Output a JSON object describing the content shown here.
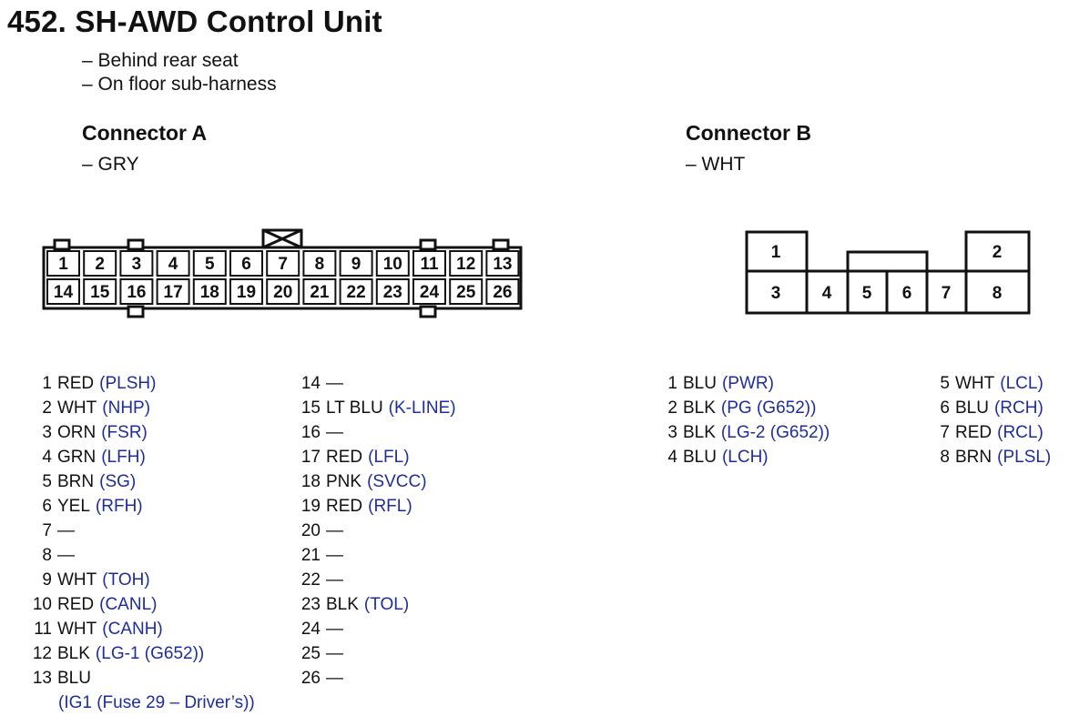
{
  "title": "452. SH-AWD Control Unit",
  "location": [
    "– Behind rear seat",
    "– On floor sub-harness"
  ],
  "connector_a": {
    "title": "Connector A",
    "color": "– GRY",
    "top_row_labels": [
      "1",
      "2",
      "3",
      "4",
      "5",
      "6",
      "7",
      "8",
      "9",
      "10",
      "11",
      "12",
      "13"
    ],
    "bottom_row_labels": [
      "14",
      "15",
      "16",
      "17",
      "18",
      "19",
      "20",
      "21",
      "22",
      "23",
      "24",
      "25",
      "26"
    ],
    "pins_col1": [
      {
        "n": "1",
        "wire": "RED",
        "signal": "(PLSH)"
      },
      {
        "n": "2",
        "wire": "WHT",
        "signal": "(NHP)"
      },
      {
        "n": "3",
        "wire": "ORN",
        "signal": "(FSR)"
      },
      {
        "n": "4",
        "wire": "GRN",
        "signal": "(LFH)"
      },
      {
        "n": "5",
        "wire": "BRN",
        "signal": "(SG)"
      },
      {
        "n": "6",
        "wire": "YEL",
        "signal": "(RFH)"
      },
      {
        "n": "7",
        "wire": "—",
        "signal": ""
      },
      {
        "n": "8",
        "wire": "—",
        "signal": ""
      },
      {
        "n": "9",
        "wire": "WHT",
        "signal": "(TOH)"
      },
      {
        "n": "10",
        "wire": "RED",
        "signal": "(CANL)"
      },
      {
        "n": "11",
        "wire": "WHT",
        "signal": "(CANH)"
      },
      {
        "n": "12",
        "wire": "BLK",
        "signal": "(LG-1 (G652))"
      }
    ],
    "pin13": {
      "n": "13",
      "wire": "BLU",
      "signal": "(IG1 (Fuse 29 – Driver’s))"
    },
    "pins_col2": [
      {
        "n": "14",
        "wire": "—",
        "signal": ""
      },
      {
        "n": "15",
        "wire": "LT BLU",
        "signal": "(K-LINE)"
      },
      {
        "n": "16",
        "wire": "—",
        "signal": ""
      },
      {
        "n": "17",
        "wire": "RED",
        "signal": "(LFL)"
      },
      {
        "n": "18",
        "wire": "PNK",
        "signal": "(SVCC)"
      },
      {
        "n": "19",
        "wire": "RED",
        "signal": "(RFL)"
      },
      {
        "n": "20",
        "wire": "—",
        "signal": ""
      },
      {
        "n": "21",
        "wire": "—",
        "signal": ""
      },
      {
        "n": "22",
        "wire": "—",
        "signal": ""
      },
      {
        "n": "23",
        "wire": "BLK",
        "signal": "(TOL)"
      },
      {
        "n": "24",
        "wire": "—",
        "signal": ""
      },
      {
        "n": "25",
        "wire": "—",
        "signal": ""
      },
      {
        "n": "26",
        "wire": "—",
        "signal": ""
      }
    ]
  },
  "connector_b": {
    "title": "Connector B",
    "color": "– WHT",
    "cavity_labels": [
      "1",
      "2",
      "3",
      "4",
      "5",
      "6",
      "7",
      "8"
    ],
    "pins_col1": [
      {
        "n": "1",
        "wire": "BLU",
        "signal": "(PWR)"
      },
      {
        "n": "2",
        "wire": "BLK",
        "signal": "(PG (G652))"
      },
      {
        "n": "3",
        "wire": "BLK",
        "signal": "(LG-2 (G652))"
      },
      {
        "n": "4",
        "wire": "BLU",
        "signal": "(LCH)"
      }
    ],
    "pins_col2": [
      {
        "n": "5",
        "wire": "WHT",
        "signal": "(LCL)"
      },
      {
        "n": "6",
        "wire": "BLU",
        "signal": "(RCH)"
      },
      {
        "n": "7",
        "wire": "RED",
        "signal": "(RCL)"
      },
      {
        "n": "8",
        "wire": "BRN",
        "signal": "(PLSL)"
      }
    ]
  },
  "colors": {
    "signal_text": "#1f2d9c",
    "text": "#111111",
    "outline": "#111111"
  }
}
